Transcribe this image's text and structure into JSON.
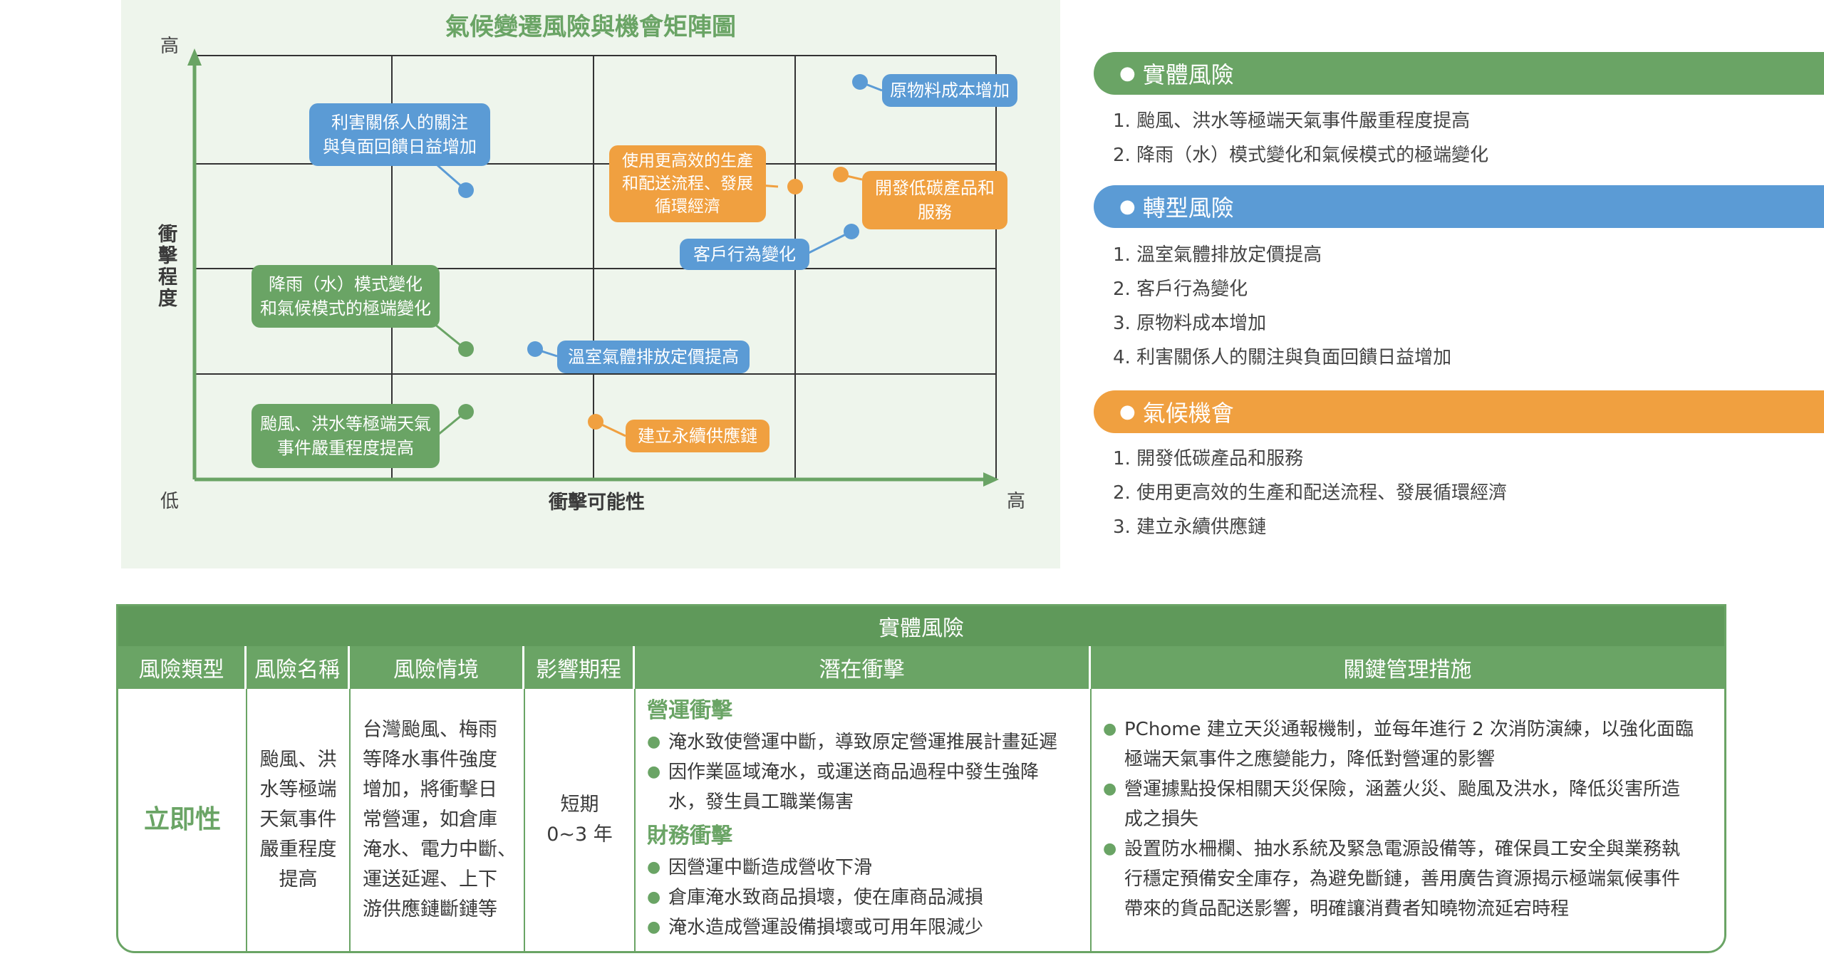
{
  "matrix": {
    "title": "氣候變遷風險與機會矩陣圖",
    "y_axis_label": "衝擊程度",
    "x_axis_label": "衝擊可能性",
    "y_high": "高",
    "y_low": "低",
    "x_high": "高",
    "colors": {
      "physical": "#6aa465",
      "transition": "#5b9bd5",
      "opportunity": "#f0a040"
    },
    "items": [
      {
        "label": "原物料成本增加",
        "category": "transition"
      },
      {
        "label": "利害關係人的關注\n與負面回饋日益增加",
        "category": "transition"
      },
      {
        "label": "使用更高效的生產\n和配送流程、發展\n循環經濟",
        "category": "opportunity"
      },
      {
        "label": "開發低碳產品和\n服務",
        "category": "opportunity"
      },
      {
        "label": "客戶行為變化",
        "category": "transition"
      },
      {
        "label": "降雨（水）模式變化\n和氣候模式的極端變化",
        "category": "physical"
      },
      {
        "label": "溫室氣體排放定價提高",
        "category": "transition"
      },
      {
        "label": "颱風、洪水等極端天氣\n事件嚴重程度提高",
        "category": "physical"
      },
      {
        "label": "建立永續供應鏈",
        "category": "opportunity"
      }
    ]
  },
  "legend": {
    "physical": {
      "title": "實體風險",
      "items": [
        "1. 颱風、洪水等極端天氣事件嚴重程度提高",
        "2. 降雨（水）模式變化和氣候模式的極端變化"
      ]
    },
    "transition": {
      "title": "轉型風險",
      "items": [
        "1. 溫室氣體排放定價提高",
        "2. 客戶行為變化",
        "3. 原物料成本增加",
        "4. 利害關係人的關注與負面回饋日益增加"
      ]
    },
    "opportunity": {
      "title": "氣候機會",
      "items": [
        "1. 開發低碳產品和服務",
        "2. 使用更高效的生產和配送流程、發展循環經濟",
        "3. 建立永續供應鏈"
      ]
    }
  },
  "table": {
    "title": "實體風險",
    "headers": [
      "風險類型",
      "風險名稱",
      "風險情境",
      "影響期程",
      "潛在衝擊",
      "關鍵管理措施"
    ],
    "risk_type": "立即性",
    "risk_name": "颱風、洪\n水等極端\n天氣事件\n嚴重程度\n提高",
    "scenario": "台灣颱風、梅雨\n等降水事件強度\n增加，將衝擊日\n常營運，如倉庫\n淹水、電力中斷、\n運送延遲、上下\n游供應鏈斷鏈等",
    "period": "短期\n0~3 年",
    "impact": {
      "operation_heading": "營運衝擊",
      "operation_items": [
        "淹水致使營運中斷，導致原定營運推展計畫延遲",
        "因作業區域淹水，或運送商品過程中發生強降\n水，發生員工職業傷害"
      ],
      "finance_heading": "財務衝擊",
      "finance_items": [
        "因營運中斷造成營收下滑",
        "倉庫淹水致商品損壞，使在庫商品減損",
        "淹水造成營運設備損壞或可用年限減少"
      ]
    },
    "measures": [
      "PChome 建立天災通報機制，並每年進行 2 次消防演練，以強化面臨\n極端天氣事件之應變能力，降低對營運的影響",
      "營運據點投保相關天災保險，涵蓋火災、颱風及洪水，降低災害所造\n成之損失",
      "設置防水柵欄、抽水系統及緊急電源設備等，確保員工安全與業務執\n行穩定預備安全庫存，為避免斷鏈，善用廣告資源揭示極端氣候事件\n帶來的貨品配送影響，明確讓消費者知曉物流延宕時程"
    ]
  }
}
